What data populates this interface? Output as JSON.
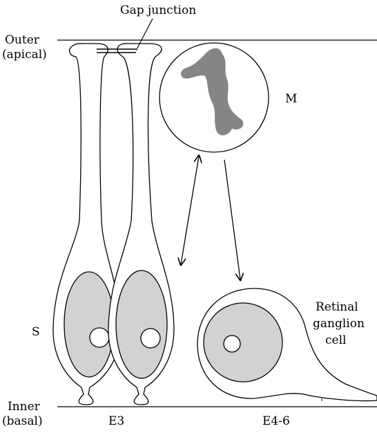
{
  "labels": {
    "gap_junction": "Gap junction",
    "outer": "Outer",
    "apical": "(apical)",
    "inner": "Inner",
    "basal": "(basal)",
    "m": "M",
    "s": "S",
    "retinal_line1": "Retinal",
    "retinal_line2": "ganglion",
    "retinal_line3": "cell",
    "e3": "E3",
    "e4_6": "E4-6"
  }
}
